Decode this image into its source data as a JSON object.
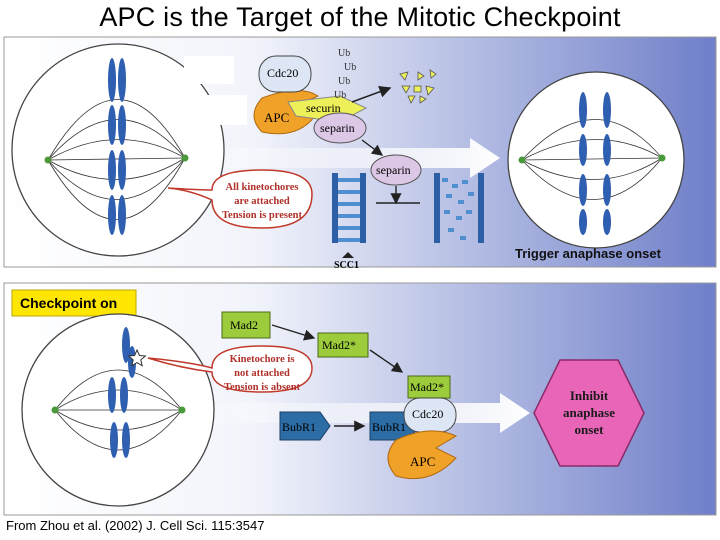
{
  "slide": {
    "title": "APC is the Target of the Mitotic Checkpoint",
    "citation": "From Zhou et al. (2002) J. Cell Sci. 115:3547"
  },
  "top_panel": {
    "cdc20": "Cdc20",
    "apc": "APC",
    "securin": "securin",
    "separin_bound": "separin",
    "separin_free": "separin",
    "ub": [
      "Ub",
      "Ub",
      "Ub",
      "Ub"
    ],
    "callout": [
      "All kinetochores",
      "are attached",
      "Tension is present"
    ],
    "scc1": "SCC1",
    "result": "Trigger anaphase onset"
  },
  "bottom_panel": {
    "banner": "Checkpoint on",
    "mad2": "Mad2",
    "mad2_active": "Mad2*",
    "mad2_complex": "Mad2*",
    "bubr1": "BubR1",
    "bubr1_complex": "BubR1",
    "cdc20": "Cdc20",
    "apc": "APC",
    "callout": [
      "Kinetochore is",
      "not attached",
      "Tension is absent"
    ],
    "result": [
      "Inhibit",
      "anaphase",
      "onset"
    ]
  },
  "colors": {
    "panel_gradient_left": "#ffffff",
    "panel_gradient_right": "#6f7fc9",
    "chromosome": "#2f5fb0",
    "callout_border": "#c0392b",
    "callout_text": "#b0302a",
    "apc": "#f0a128",
    "securin": "#eef05a",
    "separin": "#ddc7e6",
    "mad2": "#9ccc3c",
    "bubr1": "#2d6da6",
    "inhibit": "#e865b8",
    "banner": "#ffe600"
  }
}
